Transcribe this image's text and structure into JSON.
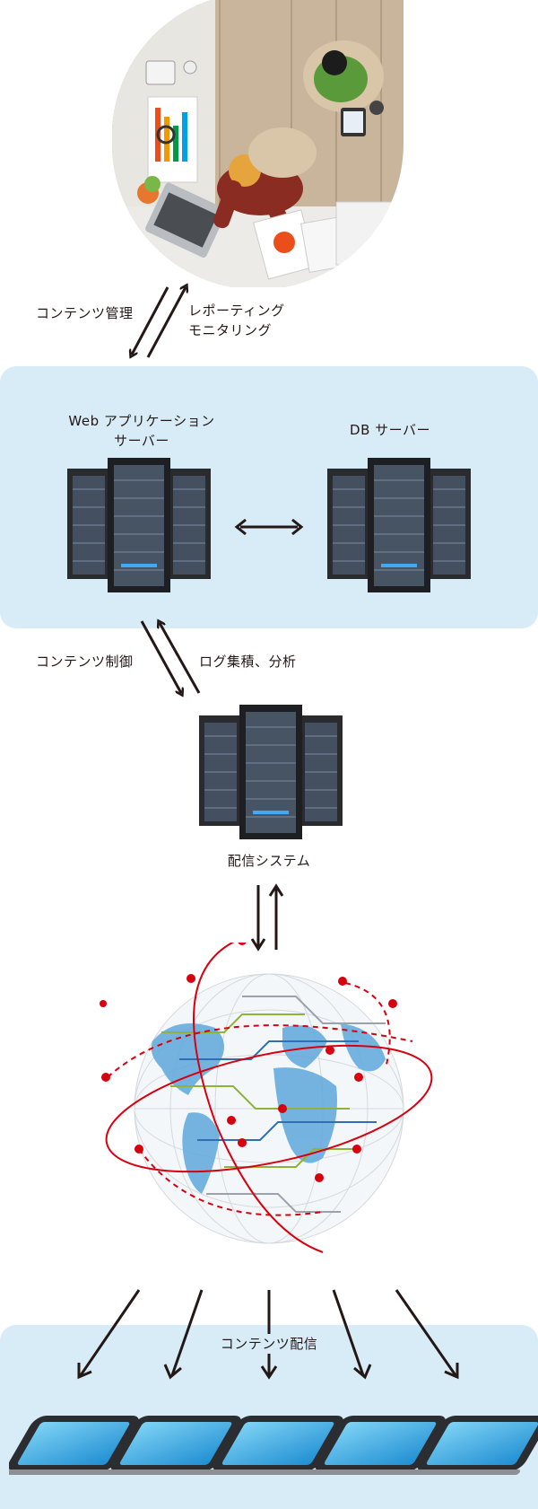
{
  "top": {
    "left_label": "コンテンツ管理",
    "right_label_line1": "レポーティング",
    "right_label_line2": "モニタリング"
  },
  "servers": {
    "web_line1": "Web アプリケーション",
    "web_line2": "サーバー",
    "db": "DB サーバー"
  },
  "middle": {
    "left_label": "コンテンツ制御",
    "right_label": "ログ集積、分析"
  },
  "delivery": {
    "label": "配信システム"
  },
  "bottom": {
    "label": "コンテンツ配信"
  },
  "colors": {
    "panel": "#d8ecf8",
    "arrow": "#231815",
    "orbit_red": "#d7000f",
    "map_blue": "#5ea8dc",
    "circuit_green": "#8fb23a"
  }
}
